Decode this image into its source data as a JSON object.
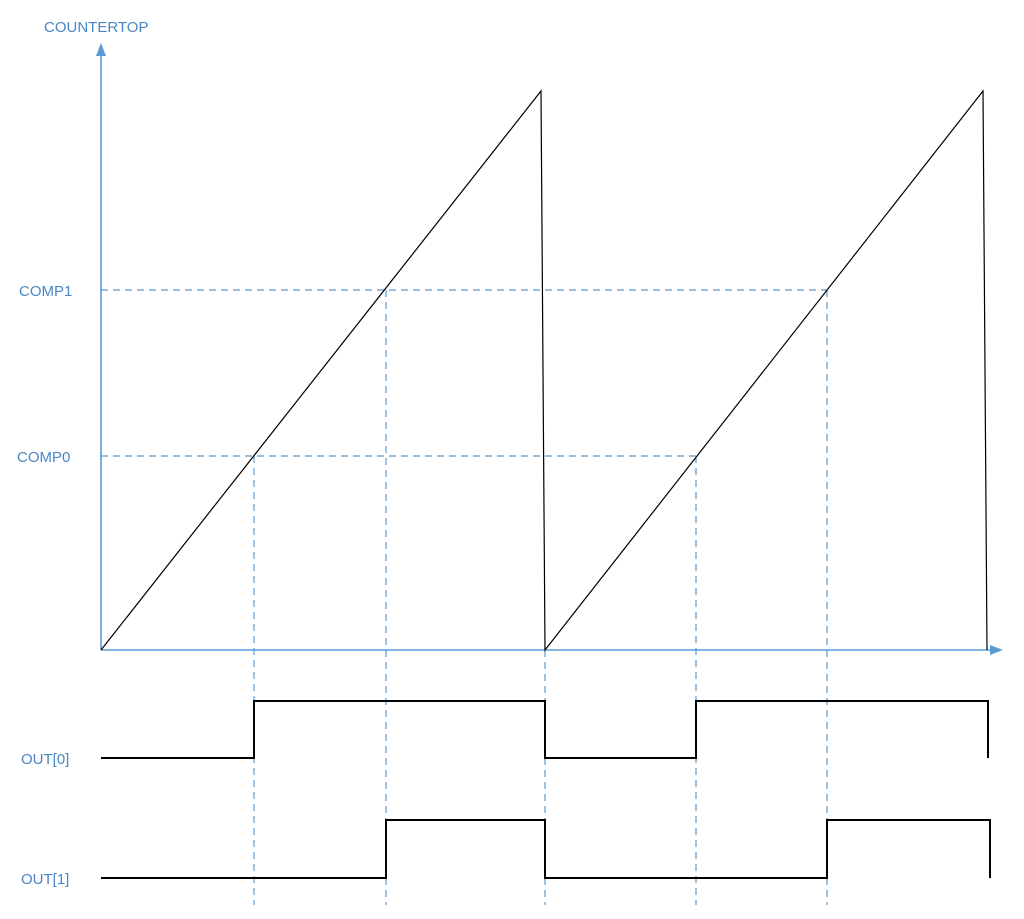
{
  "labels": {
    "y_axis": "COUNTERTOP",
    "comp1": "COMP1",
    "comp0": "COMP0",
    "out0": "OUT[0]",
    "out1": "OUT[1]"
  },
  "colors": {
    "axis": "#5b9bd5",
    "label": "#4a86c5",
    "waveform": "#000000"
  }
}
